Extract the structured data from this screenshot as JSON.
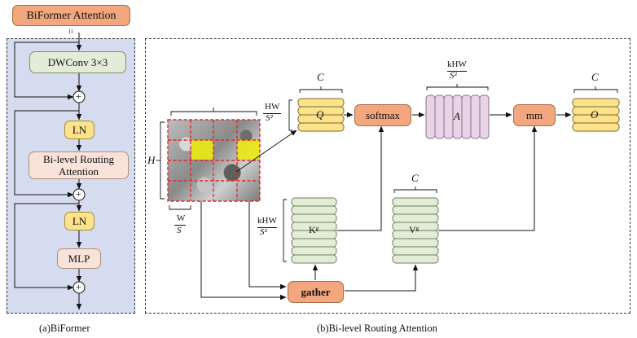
{
  "top_block": {
    "label": "BiFormer Attention",
    "eq": "="
  },
  "left_panel": {
    "dwconv": "DWConv 3×3",
    "ln1": "LN",
    "brouting_line1": "Bi-level Routing",
    "brouting_line2": "Attention",
    "ln2": "LN",
    "mlp": "MLP",
    "plus": "+"
  },
  "right_panel": {
    "q": "Q",
    "a": "A",
    "o": "O",
    "kg": "Kᵍ",
    "vg": "Vᵍ",
    "softmax": "softmax",
    "mm": "mm",
    "gather": "gather",
    "c_q": "C",
    "c_o": "C",
    "c_v": "C",
    "khw_top_num": "kHW",
    "khw_top_den": "S²",
    "hw_num": "HW",
    "hw_den": "S²",
    "khw_left_num": "kHW",
    "khw_left_den": "S²",
    "h_label": "H",
    "w_num": "W",
    "w_den": "S"
  },
  "captions": {
    "left": "(a)BiFormer",
    "right": "(b)Bi-level Routing Attention"
  },
  "colors": {
    "orange": "#f2a77e",
    "green": "#e2ecd6",
    "yellow": "#fce28a",
    "pink": "#e9d3e6",
    "panel_bg": "#d6dcf0",
    "grid_red": "#e0292b",
    "highlight": "#e8e817"
  }
}
